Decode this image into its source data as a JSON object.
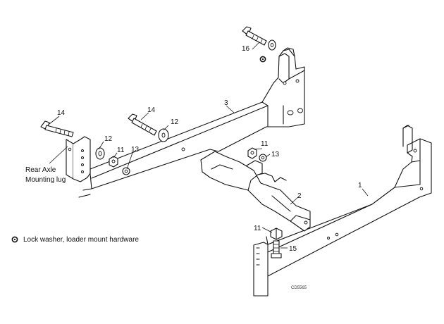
{
  "callouts": {
    "c1": "1",
    "c2": "2",
    "c3": "3",
    "c11a": "11",
    "c11b": "11",
    "c11c": "11",
    "c12a": "12",
    "c12b": "12",
    "c13a": "13",
    "c13b": "13",
    "c14a": "14",
    "c14b": "14",
    "c15": "15",
    "c16": "16"
  },
  "labels": {
    "rear_axle_line1": "Rear Axle",
    "rear_axle_line2": "Mounting lug",
    "legend_text": "Lock washer, loader mount hardware"
  },
  "drawing_code": "CD5565",
  "icons": {
    "legend_marker": "lock-washer-icon"
  }
}
